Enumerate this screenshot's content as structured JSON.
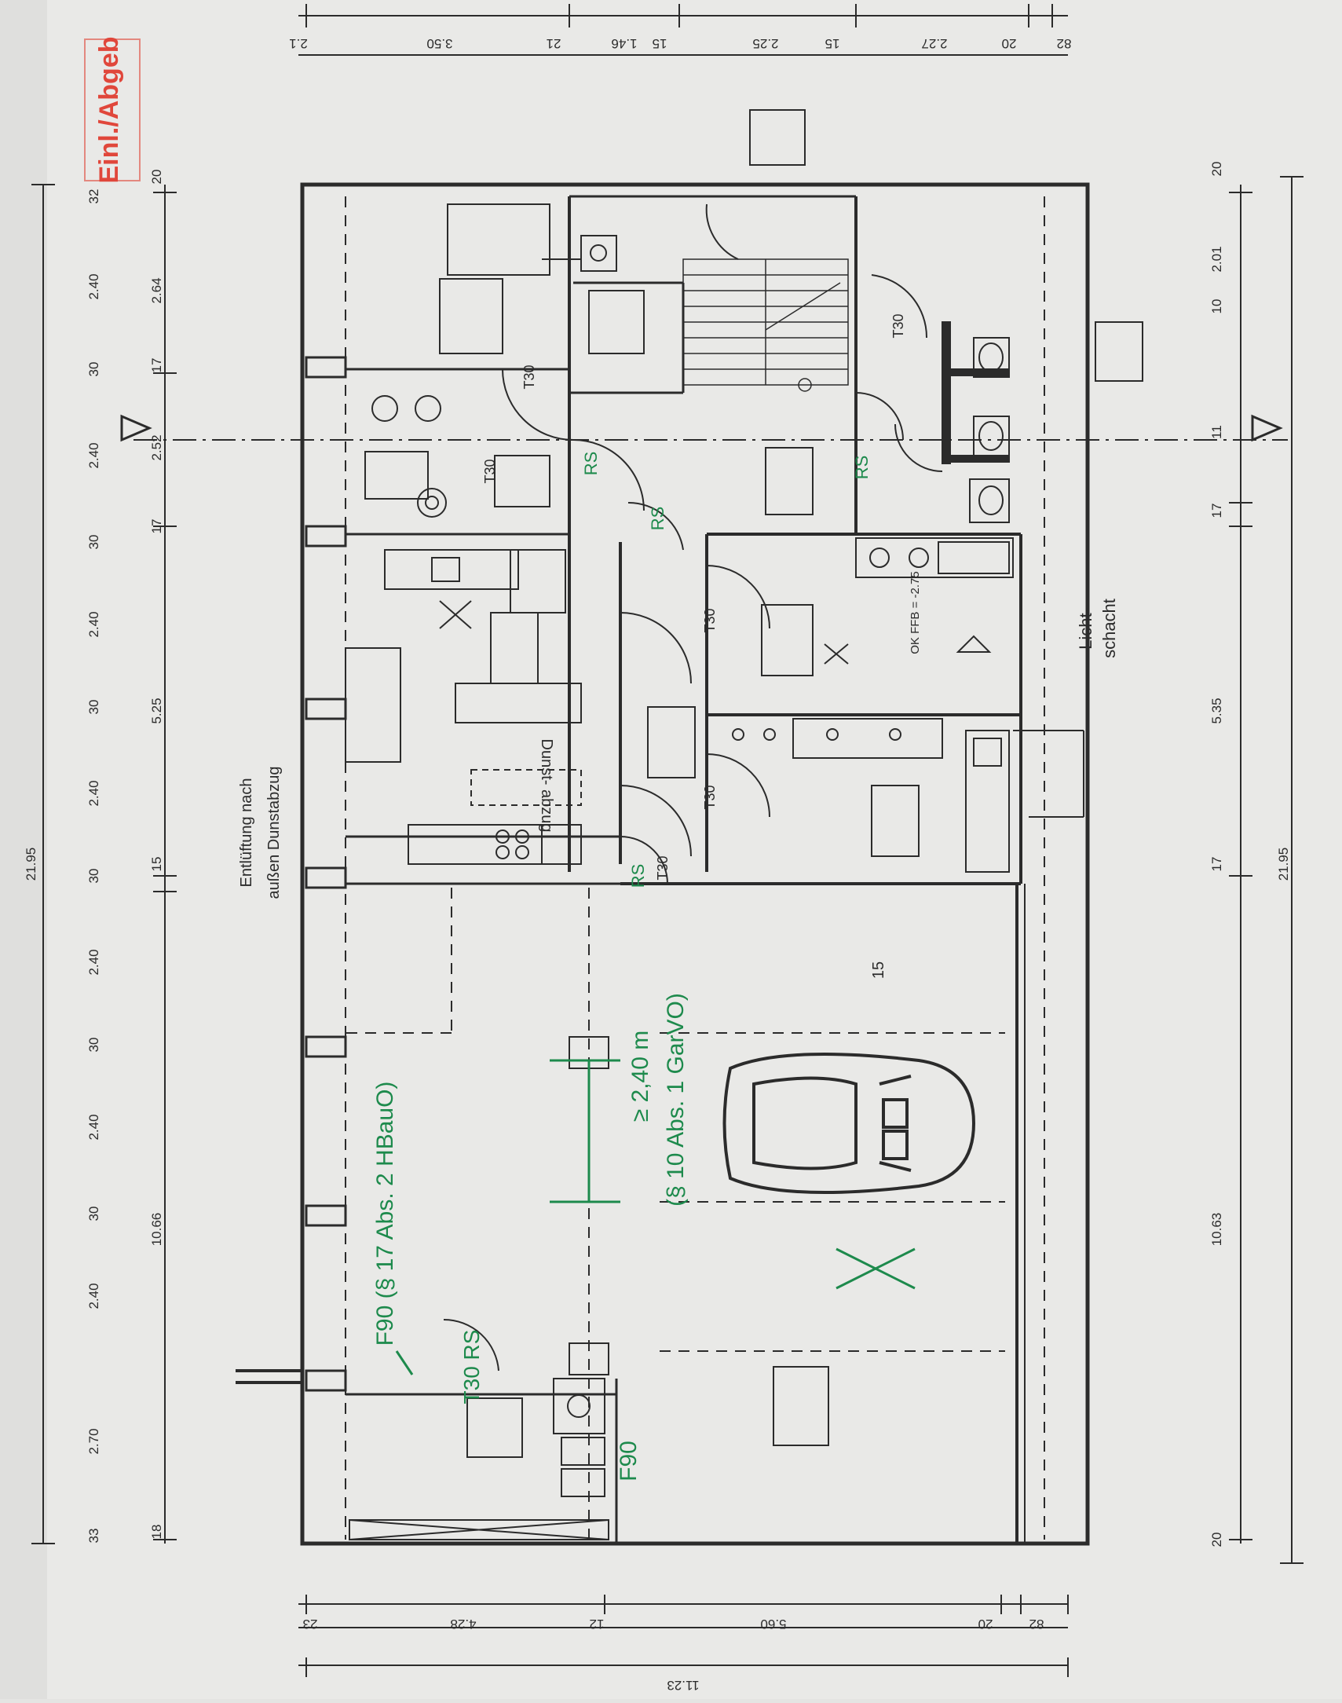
{
  "dimensions": {
    "top_overall": "21.95",
    "top_segments": [
      "32",
      "2.40",
      "30",
      "2.40",
      "30",
      "2.40",
      "30",
      "2.40",
      "30",
      "2.40",
      "30",
      "2.40",
      "30",
      "2.40",
      "2.70",
      "33"
    ],
    "top_inner": [
      "20",
      "2.64",
      "17",
      "2.52",
      "17",
      "5.25",
      "15",
      "10.66",
      "18"
    ],
    "bottom_overall": "21.95",
    "bottom_segments": [
      "20",
      "2.01",
      "10",
      "11",
      "17",
      "5.35",
      "17",
      "10.63",
      "20"
    ],
    "right_segments": [
      "2.1",
      "3.50",
      "21",
      "1.46",
      "15",
      "2.25",
      "15",
      "2.27",
      "20",
      "82"
    ],
    "left_segments": [
      "23",
      "4.28",
      "12",
      "5.60",
      "20",
      "82"
    ],
    "left_overall": "11.23"
  },
  "plan_labels": {
    "kitchen_hood_note": "Dunst- abzug",
    "ventilation_note_1": "Entlüftung nach",
    "ventilation_note_2": "außen Dunstabzug",
    "door_t30": "T30",
    "door_t30_rs": "T30 RS",
    "green_f90_note": "F90 (§ 17 Abs. 2 HBauO)",
    "green_height_note": "≥ 2,40 m",
    "green_reg_note": "(§ 10 Abs. 1 GarVO)",
    "green_f90_short": "F90",
    "green_t30": "T30",
    "green_rs": "RS",
    "lichtschacht_1": "Licht-",
    "lichtschacht_2": "schacht",
    "level": "OK FFB = -2.75",
    "garage_number": "15",
    "stamp": "Einl./Abgeb"
  },
  "colors": {
    "paper": "#e9e9e7",
    "ink": "#2b2b2b",
    "green_ink": "#1d8a4c",
    "red_stamp": "#e0473b"
  }
}
